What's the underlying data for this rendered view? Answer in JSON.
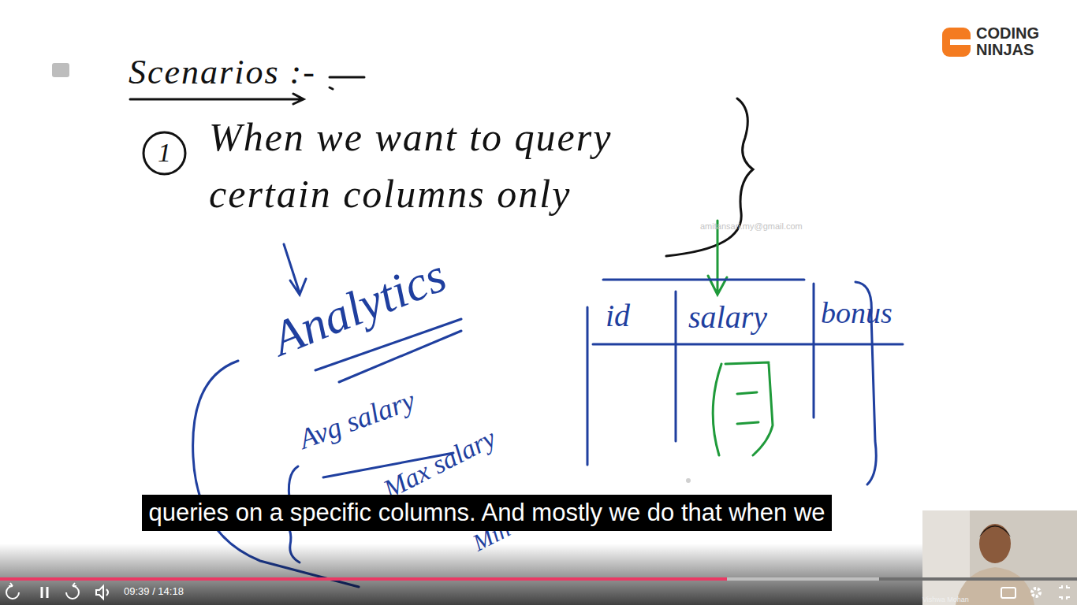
{
  "diagram": {
    "title": "Scenarios :-",
    "nodes": [
      {
        "text": [
          "1"
        ]
      },
      {
        "text": [
          "queries on a specific columns. And mostly we do that when we"
        ]
      }
    ],
    "labels": [
      "When we want to query certain columns only",
      "Analytics",
      "Avg salary",
      "Max salary",
      "Min salary",
      "id",
      "salary",
      "bonus",
      "amitansari.my@gmail.com",
      "CODING",
      "NINJAS",
      "09:39 / 14:18",
      "Vishwa Mohan"
    ]
  }
}
